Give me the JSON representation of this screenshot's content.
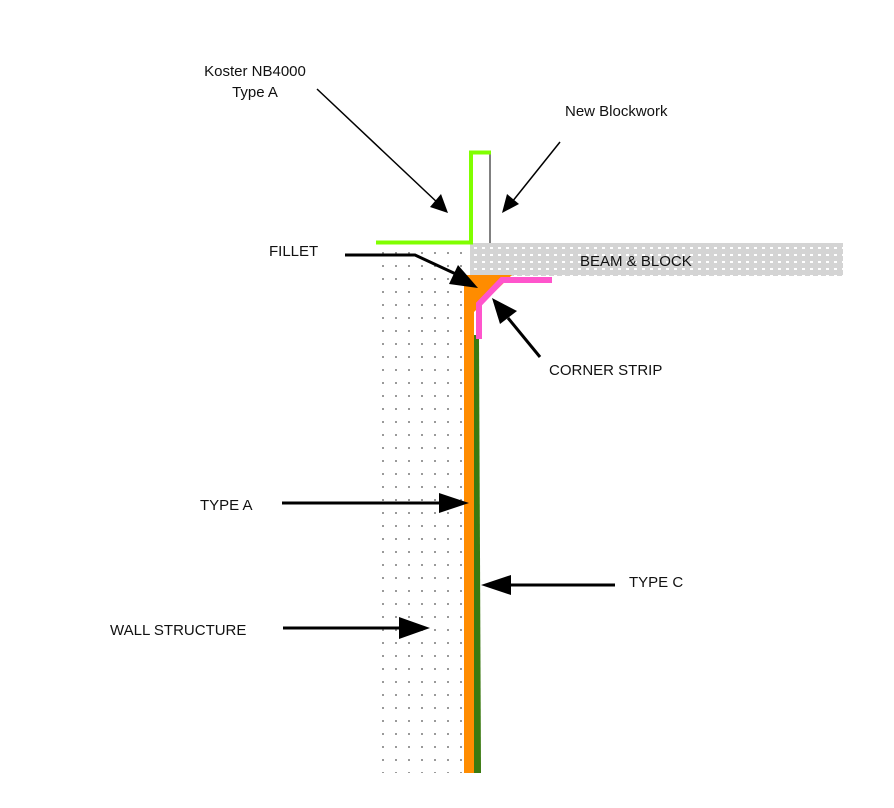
{
  "diagram": {
    "labels": {
      "koster_line1": "Koster NB4000",
      "koster_line2": "Type A",
      "new_blockwork": "New Blockwork",
      "fillet": "FILLET",
      "beam_block": "BEAM & BLOCK",
      "corner_strip": "CORNER STRIP",
      "type_a": "TYPE A",
      "type_c": "TYPE C",
      "wall_structure": "WALL STRUCTURE"
    },
    "colors": {
      "koster_strip": "#80ff00",
      "type_a": "#ff8c00",
      "type_c": "#3a7a10",
      "corner_strip": "#ff55cc",
      "beam_block_fill": "#d4d4d4",
      "wall_dots": "#9a9a9a",
      "arrow": "#000000"
    }
  }
}
